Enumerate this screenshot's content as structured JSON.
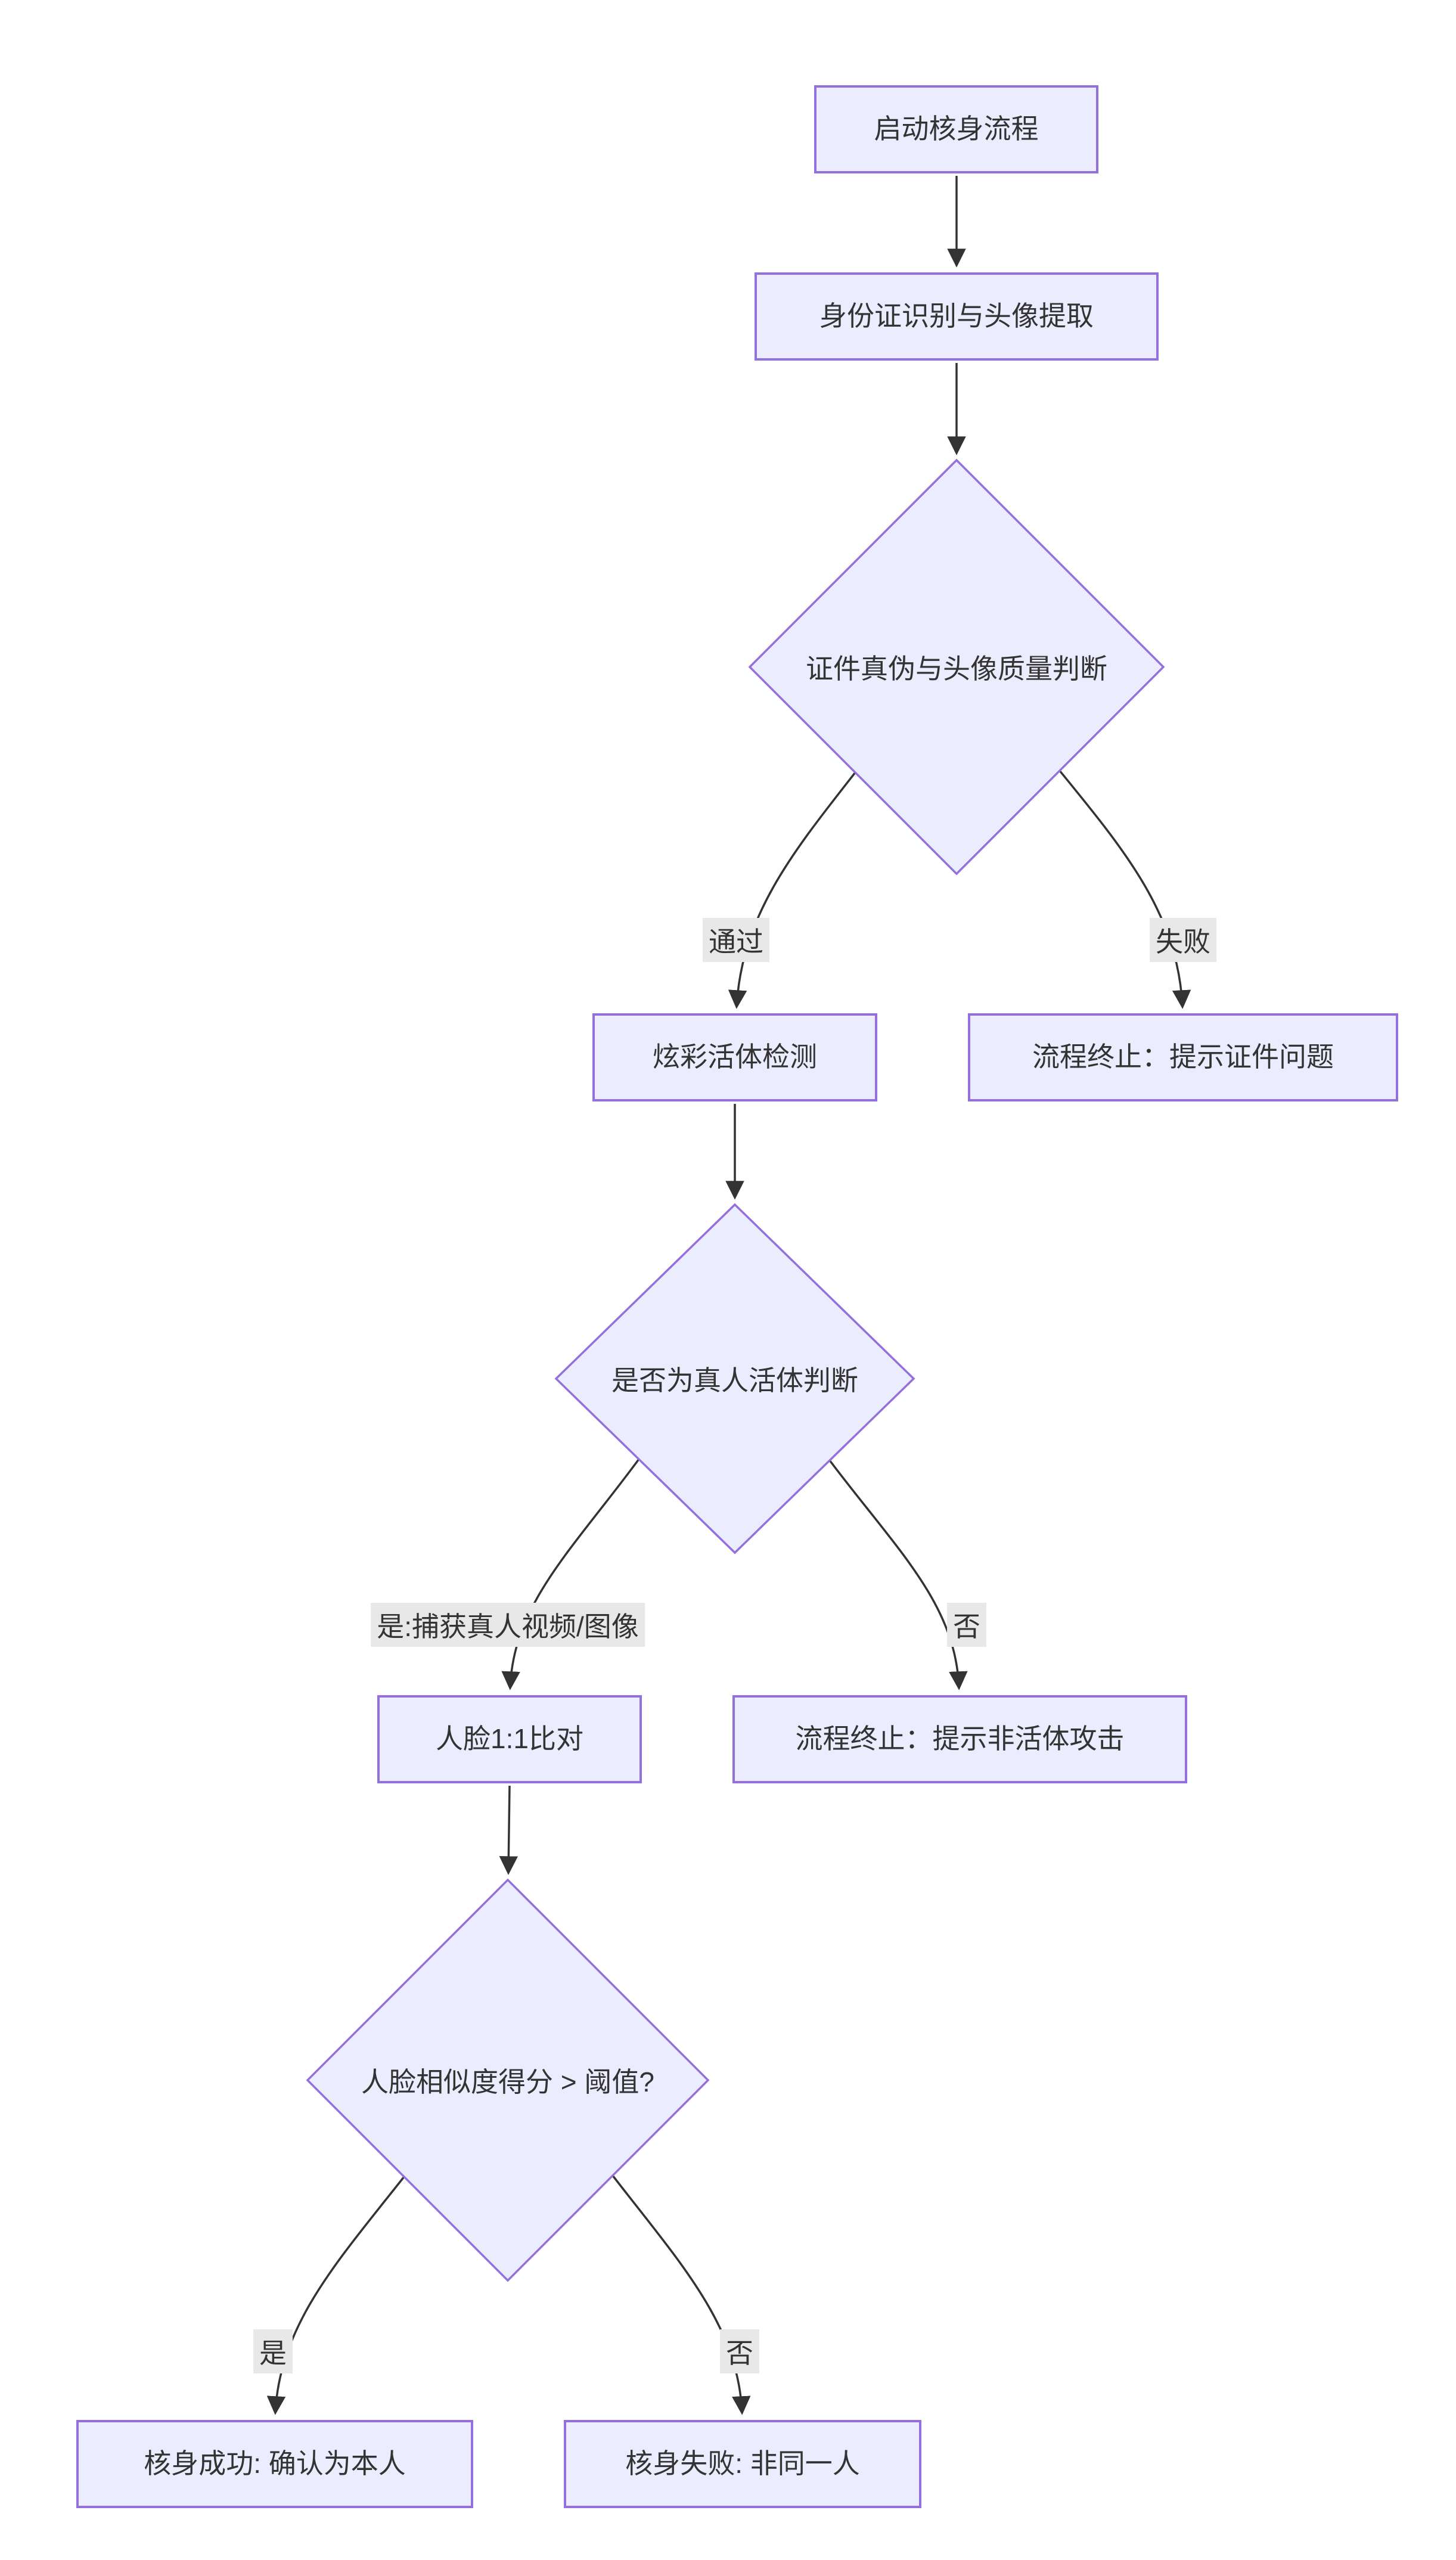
{
  "diagram": {
    "type": "flowchart",
    "direction": "top-down",
    "colors": {
      "background": "#ffffff",
      "node_fill": "#ECECFF",
      "node_border": "#9370DB",
      "edge_line": "#333333",
      "text": "#333333",
      "edge_label_bg": "#e8e8e8"
    },
    "nodes": [
      {
        "id": "start",
        "type": "rect",
        "label": "启动核身流程"
      },
      {
        "id": "idcard",
        "type": "rect",
        "label": "身份证识别与头像提取"
      },
      {
        "id": "d1",
        "type": "diamond",
        "label": "证件真伪与头像质量判断"
      },
      {
        "id": "liveness",
        "type": "rect",
        "label": "炫彩活体检测"
      },
      {
        "id": "end-cert",
        "type": "rect",
        "label": "流程终止：提示证件问题"
      },
      {
        "id": "d2",
        "type": "diamond",
        "label": "是否为真人活体判断"
      },
      {
        "id": "face",
        "type": "rect",
        "label": "人脸1:1比对"
      },
      {
        "id": "end-attack",
        "type": "rect",
        "label": "流程终止：提示非活体攻击"
      },
      {
        "id": "d3",
        "type": "diamond",
        "label": "人脸相似度得分 > 阈值?"
      },
      {
        "id": "success",
        "type": "rect",
        "label": "核身成功: 确认为本人"
      },
      {
        "id": "fail",
        "type": "rect",
        "label": "核身失败: 非同一人"
      }
    ],
    "edges": [
      {
        "from": "start",
        "to": "idcard",
        "label": ""
      },
      {
        "from": "idcard",
        "to": "d1",
        "label": ""
      },
      {
        "from": "d1",
        "to": "liveness",
        "label": "通过"
      },
      {
        "from": "d1",
        "to": "end-cert",
        "label": "失败"
      },
      {
        "from": "liveness",
        "to": "d2",
        "label": ""
      },
      {
        "from": "d2",
        "to": "face",
        "label": "是:捕获真人视频/图像"
      },
      {
        "from": "d2",
        "to": "end-attack",
        "label": "否"
      },
      {
        "from": "face",
        "to": "d3",
        "label": ""
      },
      {
        "from": "d3",
        "to": "success",
        "label": "是"
      },
      {
        "from": "d3",
        "to": "fail",
        "label": "否"
      }
    ]
  }
}
